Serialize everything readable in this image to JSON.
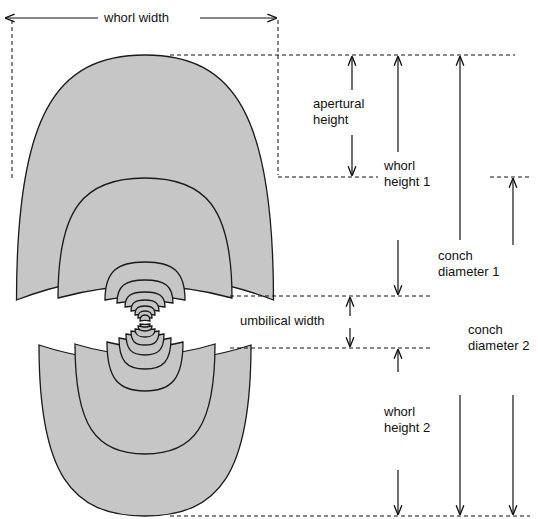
{
  "diagram": {
    "labels": [
      "whorl width",
      "apertural height",
      "whorl height 1",
      "conch diameter 1",
      "umbilical width",
      "conch diameter 2",
      "whorl height 2"
    ]
  }
}
